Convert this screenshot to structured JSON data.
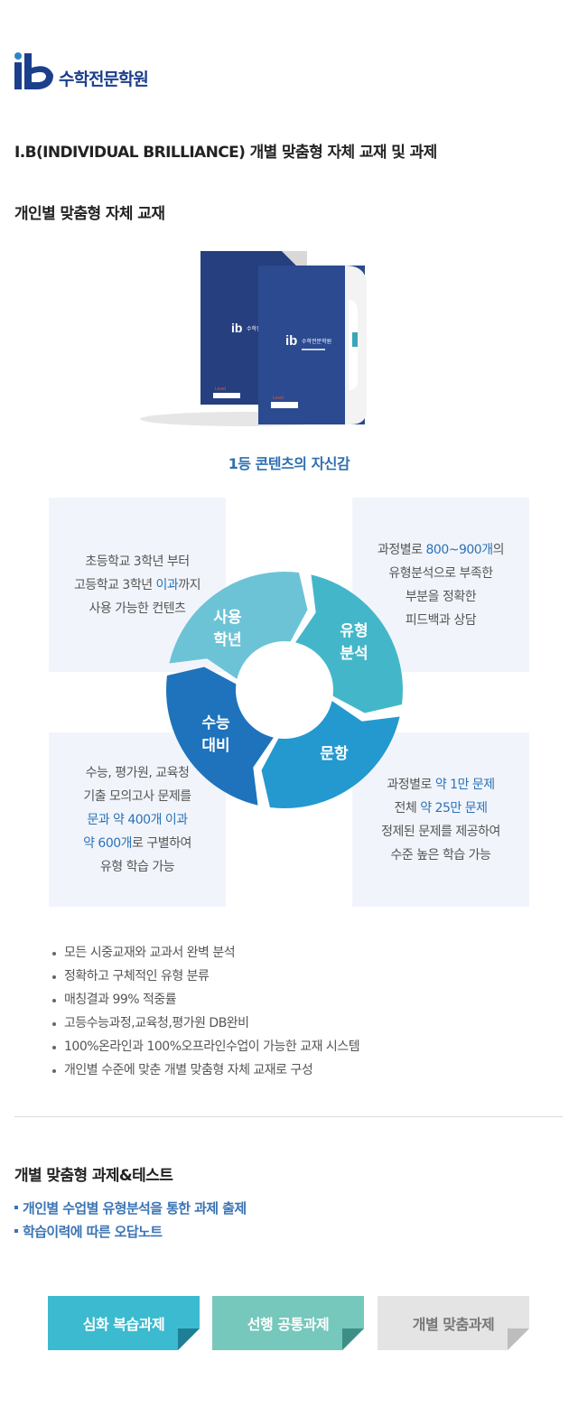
{
  "logo": {
    "mark": "ib",
    "name": "수학전문학원"
  },
  "heading_main": "I.B(INDIVIDUAL BRILLIANCE) 개별 맞춤형 자체 교재 및 과제",
  "section_textbook": {
    "title": "개인별 맞춤형 자체 교재",
    "book_front_title": "수학전문학원",
    "book_back_title": "수학전",
    "book_level": "Level",
    "tagline": "1등 콘텐츠의 자신감"
  },
  "cycle": {
    "seg1": [
      "사용",
      "학년"
    ],
    "seg2": [
      "유형",
      "분석"
    ],
    "seg3": [
      "문항"
    ],
    "seg4": [
      "수능",
      "대비"
    ],
    "colors": {
      "seg1": "#6dc3d6",
      "seg2": "#43b7c9",
      "seg3": "#2399cf",
      "seg4": "#1e73bc"
    }
  },
  "boxes": {
    "b1": {
      "l1": "초등학교 3학년 부터",
      "l2a": "고등학교 3학년 ",
      "l2b": "이과",
      "l2c": "까지",
      "l3": "사용 가능한 컨텐츠"
    },
    "b2": {
      "l1a": "과정별로 ",
      "l1b": "800~900개",
      "l1c": "의",
      "l2": "유형분석으로 부족한",
      "l3": "부분을 정확한",
      "l4": "피드백과 상담"
    },
    "b3": {
      "l1": "수능, 평가원, 교육청",
      "l2": "기출 모의고사 문제를",
      "l3": "문과 약 400개 이과",
      "l4a": "약 600개",
      "l4b": "로 구별하여",
      "l5": "유형 학습 가능"
    },
    "b4": {
      "l1a": "과정별로 ",
      "l1b": "약 1만 문제",
      "l2a": "전체 ",
      "l2b": "약 25만 문제",
      "l3": "정제된 문제를 제공하여",
      "l4": "수준 높은 학습 가능"
    }
  },
  "bullets": [
    "모든 시중교재와 교과서 완벽 분석",
    "정확하고 구체적인 유형 분류",
    "매칭결과 99% 적중률",
    "고등수능과정,교육청,평가원 DB완비",
    "100%온라인과 100%오프라인수업이 가능한 교재 시스템",
    "개인별 수준에 맞춘 개별 맞춤형 자체 교재로 구성"
  ],
  "section_homework": {
    "title": "개별 맞춤형 과제&테스트",
    "sub1": "개인별 수업별 유형분석을 통한 과제 출제",
    "sub2": "학습이력에 따른 오답노트"
  },
  "tabs": [
    "심화 복습과제",
    "선행 공통과제",
    "개별 맞춤과제"
  ]
}
